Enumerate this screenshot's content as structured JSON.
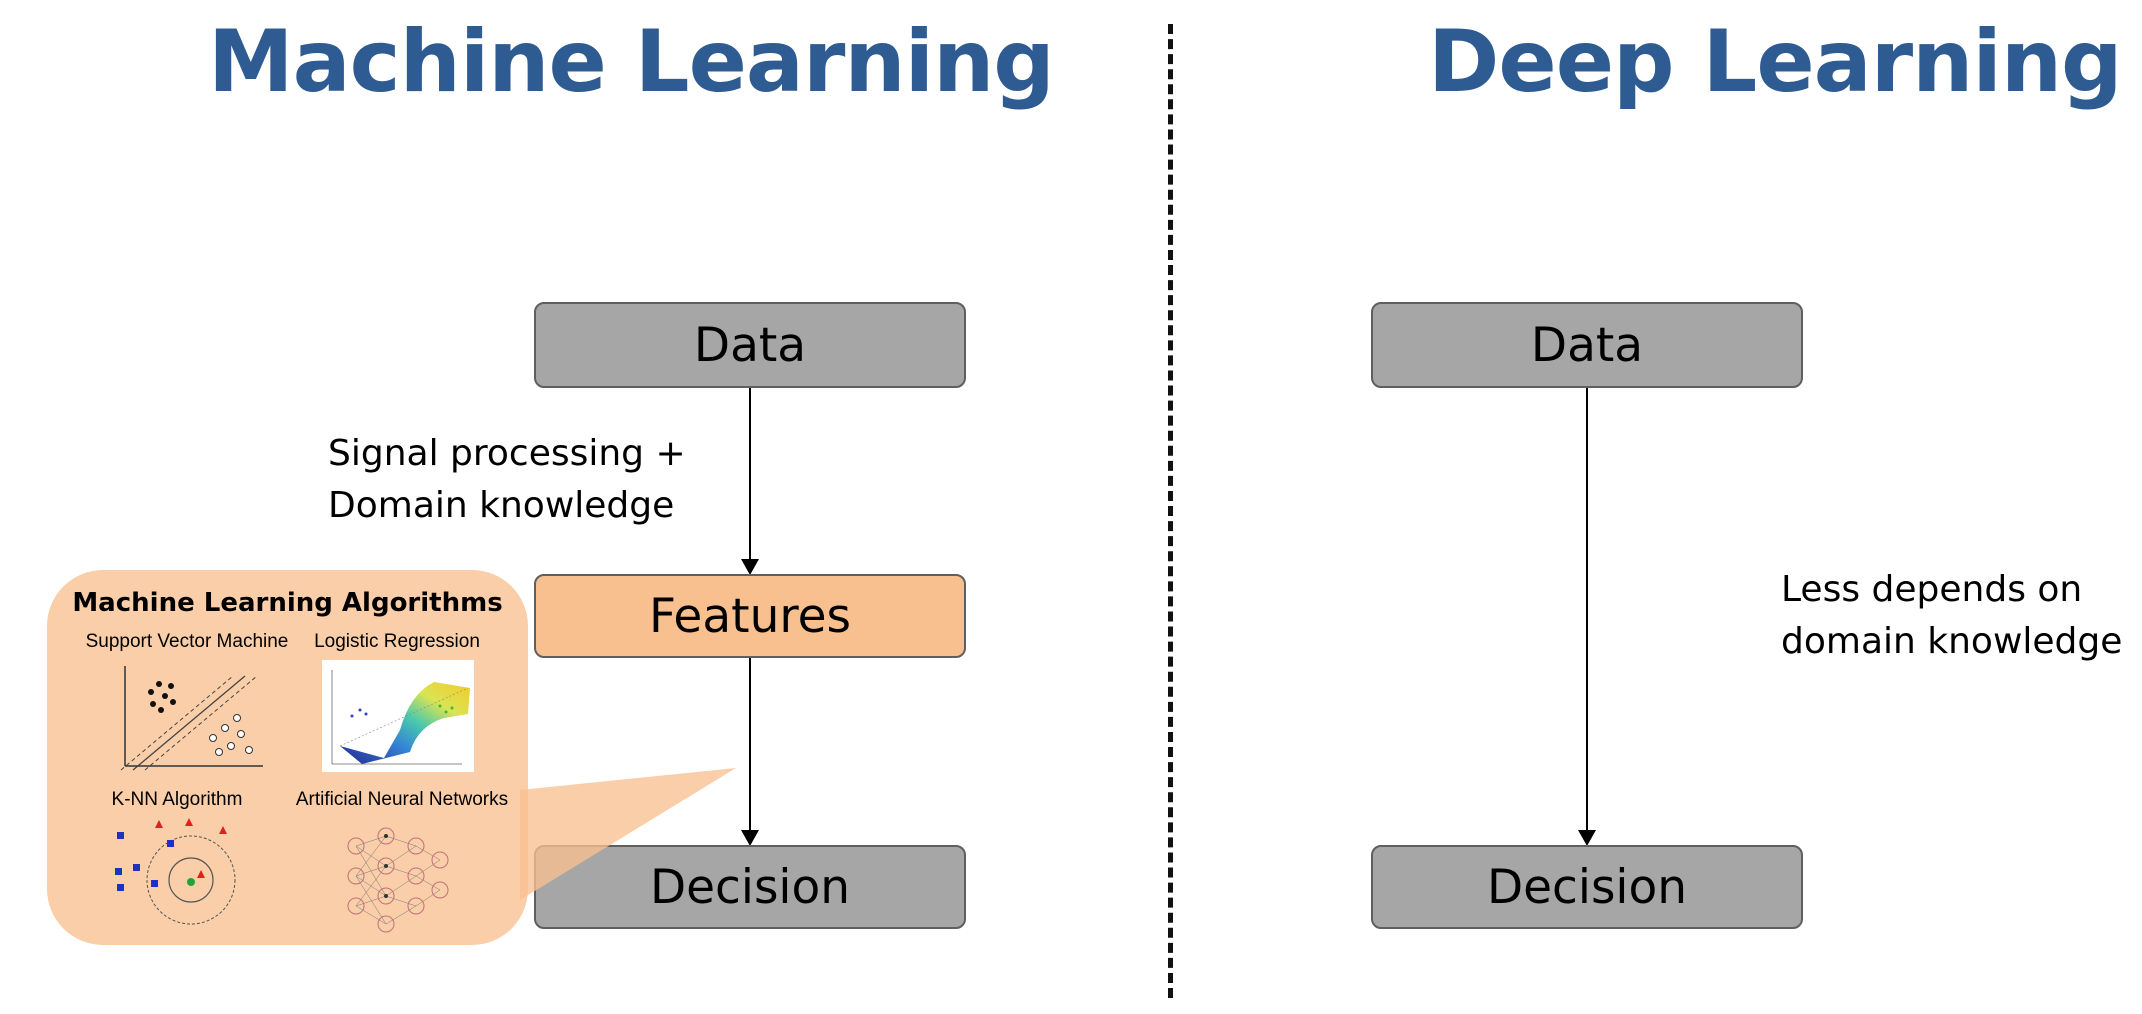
{
  "titles": {
    "machine_learning": "Machine Learning",
    "deep_learning": "Deep Learning"
  },
  "machine_learning_flow": {
    "data": "Data",
    "features": "Features",
    "decision": "Decision",
    "annotation": "Signal processing +\nDomain knowledge"
  },
  "deep_learning_flow": {
    "data": "Data",
    "decision": "Decision",
    "annotation": "Less depends on\ndomain knowledge"
  },
  "algorithms_panel": {
    "title": "Machine Learning Algorithms",
    "items": [
      {
        "label": "Support Vector Machine",
        "icon": "svm-plot-icon"
      },
      {
        "label": "Logistic Regression",
        "icon": "logistic-surface-icon"
      },
      {
        "label": "K-NN Algorithm",
        "icon": "knn-plot-icon"
      },
      {
        "label": "Artificial Neural Networks",
        "icon": "neural-network-icon"
      }
    ]
  },
  "colors": {
    "title": "#2f5b93",
    "box_gray": "#a6a6a6",
    "box_orange": "#f8c08f",
    "panel": "#f8c08f"
  }
}
